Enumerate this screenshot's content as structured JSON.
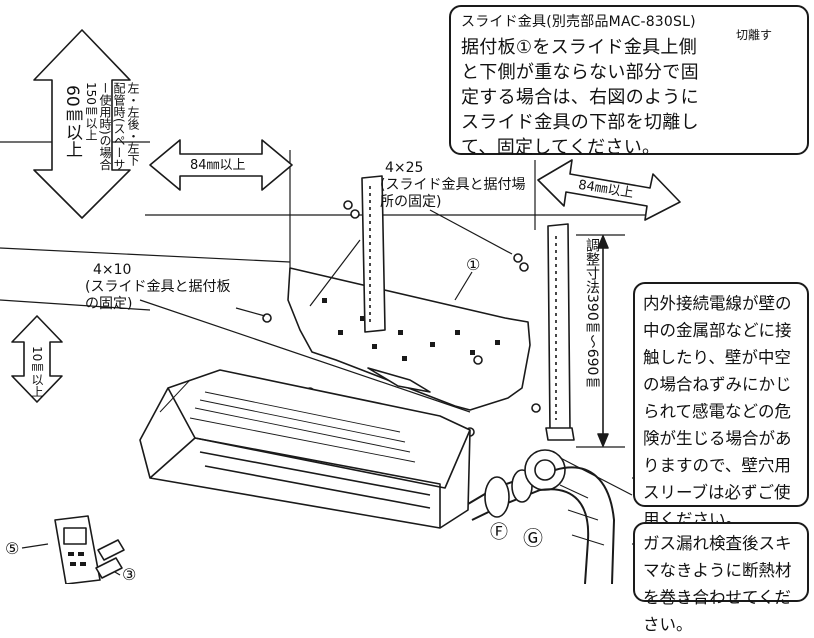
{
  "slide_callout": {
    "title": "スライド金具(別売部品MAC-830SL)",
    "note": "据付板①をスライド金具上側と下側が重ならない部分で固定する場合は、右図のようにスライド金具の下部を切離して、固定してください。",
    "cut_label": "切離す"
  },
  "labels": {
    "clearance_top_60": "60㎜以上",
    "clearance_top_note": "左・左後・左下配管時(スペーサー使用時)の場合150㎜以上",
    "clearance_left_84": "84㎜以上",
    "clearance_right_84": "84㎜以上",
    "clearance_bottom_10": "10㎜以上",
    "screw_4x25": "4×25",
    "screw_4x25_note": "(スライド金具と据付場所の固定)",
    "screw_4x10": "4×10",
    "screw_4x10_note": "(スライド金具と据付板の固定)",
    "part_1": "①",
    "adjust_dimension": "調整寸法390㎜〜690㎜",
    "part_5": "⑤",
    "part_3": "③",
    "part_F": "Ⓕ",
    "part_G": "Ⓖ"
  },
  "sleeve_callout": {
    "note": "内外接続電線が壁の中の金属部などに接触したり、壁が中空の場合ねずみにかじられて感電などの危険が生じる場合がありますので、壁穴用スリーブは必ずご使用ください。"
  },
  "gas_callout": {
    "note": "ガス漏れ検査後スキマなきように断熱材を巻き合わせてください。"
  }
}
